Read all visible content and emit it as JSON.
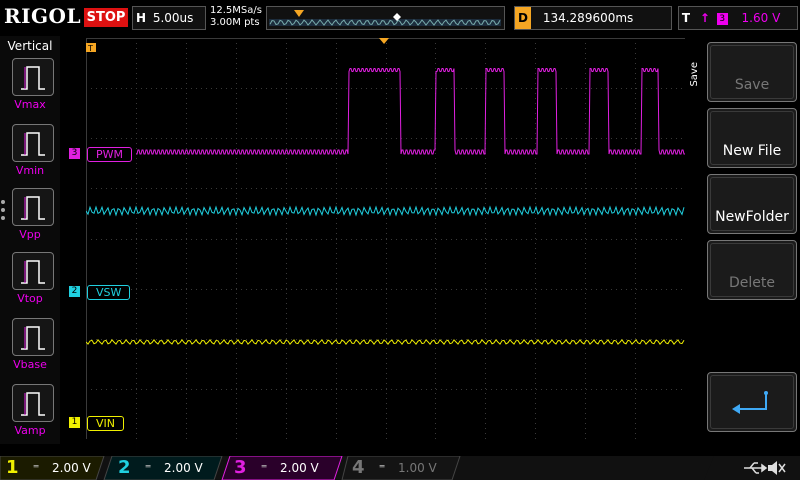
{
  "header": {
    "logo": "RIGOL",
    "run_state": "STOP",
    "horizontal_label": "H",
    "timebase": "5.00us",
    "sample_rate": "12.5MSa/s",
    "mem_depth": "3.00M pts",
    "delay_label": "D",
    "delay_value": "134.289600ms",
    "trigger_label": "T",
    "trigger_source": "3",
    "trigger_level": "1.60 V"
  },
  "left_panel": {
    "title": "Vertical",
    "items": [
      {
        "label": "Vmax"
      },
      {
        "label": "Vmin"
      },
      {
        "label": "Vpp"
      },
      {
        "label": "Vtop"
      },
      {
        "label": "Vbase"
      },
      {
        "label": "Vamp"
      }
    ]
  },
  "channels": [
    {
      "num": "3",
      "name": "PWM",
      "color": "#e020e0"
    },
    {
      "num": "2",
      "name": "VSW",
      "color": "#20d0e0"
    },
    {
      "num": "1",
      "name": "VIN",
      "color": "#f0f000"
    }
  ],
  "right_menu": {
    "title": "Save",
    "buttons": [
      {
        "label": "Save",
        "enabled": false
      },
      {
        "label": "New File",
        "enabled": true
      },
      {
        "label": "NewFolder",
        "enabled": true
      },
      {
        "label": "Delete",
        "enabled": false
      }
    ]
  },
  "bottom": {
    "ch1": {
      "num": "1",
      "scale": "2.00 V",
      "color": "#f0f000"
    },
    "ch2": {
      "num": "2",
      "scale": "2.00 V",
      "color": "#20d0e0"
    },
    "ch3": {
      "num": "3",
      "scale": "2.00 V",
      "color": "#e020e0"
    },
    "ch4": {
      "num": "4",
      "scale": "1.00 V",
      "color": "#666666"
    }
  },
  "colors": {
    "grid": "#3a3a3a",
    "trigger_marker": "#f5a623",
    "stop": "#dd1111"
  },
  "icons": [
    "usb-icon",
    "speaker-mute-icon",
    "return-icon"
  ]
}
